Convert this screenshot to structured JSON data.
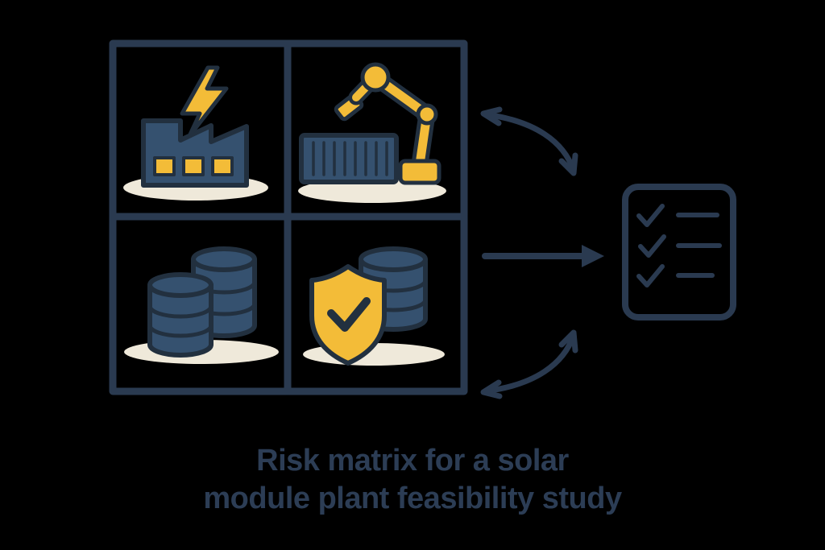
{
  "background_color": "#000000",
  "colors": {
    "background": "#000000",
    "ink": "#22303f",
    "line": "#2a3a50",
    "navy": "#35516f",
    "accent": "#f3bc38",
    "cream": "#efe9da",
    "caption": "#2c3d55"
  },
  "caption": {
    "line1": "Risk matrix for a solar",
    "line2": "module plant feasibility study"
  },
  "matrix": {
    "icons": [
      "factory-lightning-icon",
      "robot-arm-container-icon",
      "database-stack-icon",
      "shield-check-database-icon"
    ]
  },
  "flow": {
    "arrows": [
      "top-curved-double-arrow",
      "middle-straight-arrow",
      "bottom-curved-double-arrow"
    ],
    "output_icon": "checklist-document-icon"
  }
}
